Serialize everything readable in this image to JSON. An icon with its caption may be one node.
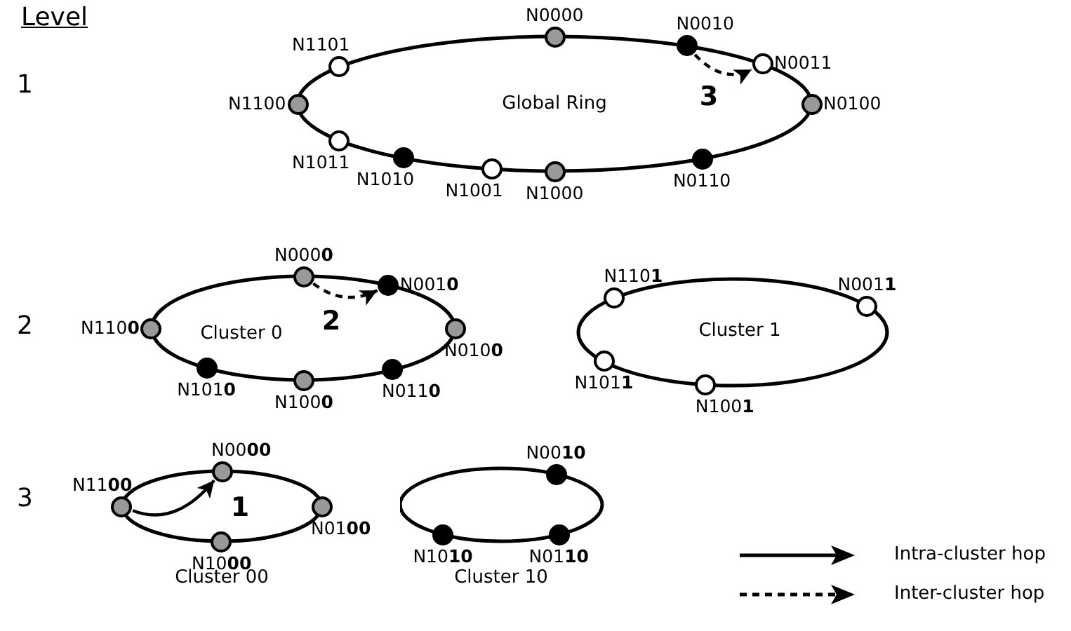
{
  "diagram": {
    "nodes": [
      {
        "text": [
          "Global Ring"
        ]
      },
      {
        "text": [
          "N0000"
        ],
        "in": 0
      },
      {
        "text": [
          "N1101"
        ],
        "in": 0
      },
      {
        "text": [
          "N0010"
        ],
        "in": 0
      },
      {
        "text": [
          "N0011"
        ],
        "in": 0
      },
      {
        "text": [
          "N1100"
        ],
        "in": 0
      },
      {
        "text": [
          "N0100"
        ],
        "in": 0
      },
      {
        "text": [
          "N1011"
        ],
        "in": 0
      },
      {
        "text": [
          "N1010"
        ],
        "in": 0
      },
      {
        "text": [
          "N0110"
        ],
        "in": 0
      },
      {
        "text": [
          "N1001"
        ],
        "in": 0
      },
      {
        "text": [
          "N1000"
        ],
        "in": 0
      },
      {
        "text": [
          "Cluster 0"
        ]
      },
      {
        "text": [
          "N000**0**"
        ],
        "in": 12
      },
      {
        "text": [
          "N001**0**"
        ],
        "in": 12
      },
      {
        "text": [
          "N110**0**"
        ],
        "in": 12
      },
      {
        "text": [
          "N010**0**"
        ],
        "in": 12
      },
      {
        "text": [
          "N101**0**"
        ],
        "in": 12
      },
      {
        "text": [
          "N011**0**"
        ],
        "in": 12
      },
      {
        "text": [
          "N100**0**"
        ],
        "in": 12
      },
      {
        "text": [
          "Cluster 1"
        ]
      },
      {
        "text": [
          "N110**1**"
        ],
        "in": 20
      },
      {
        "text": [
          "N001**1**"
        ],
        "in": 20
      },
      {
        "text": [
          "N101**1**"
        ],
        "in": 20
      },
      {
        "text": [
          "N100**1**"
        ],
        "in": 20
      },
      {
        "text": [
          "Cluster 00"
        ]
      },
      {
        "text": [
          "N00**00**"
        ],
        "in": 25
      },
      {
        "text": [
          "N11**00**"
        ],
        "in": 25
      },
      {
        "text": [
          "N01**00**"
        ],
        "in": 25
      },
      {
        "text": [
          "N10**00**"
        ],
        "in": 25
      },
      {
        "text": [
          "Cluster 10"
        ]
      },
      {
        "text": [
          "N00**10**"
        ],
        "in": 30
      },
      {
        "text": [
          "N10**10**"
        ],
        "in": 30
      },
      {
        "text": [
          "N01**10**"
        ],
        "in": 30
      }
    ],
    "edges": [
      {
        "from": 3,
        "to": 4,
        "arrow": "to",
        "style": "dashed",
        "label": "3"
      },
      {
        "from": 13,
        "to": 14,
        "arrow": "to",
        "style": "dashed",
        "label": "2"
      },
      {
        "from": 27,
        "to": 26,
        "arrow": "to",
        "label": "1"
      }
    ],
    "labels": [
      "Level",
      "1",
      "2",
      "3"
    ],
    "legend": [
      {
        "text": "Intra-cluster hop"
      },
      {
        "text": "Inter-cluster hop"
      }
    ]
  }
}
